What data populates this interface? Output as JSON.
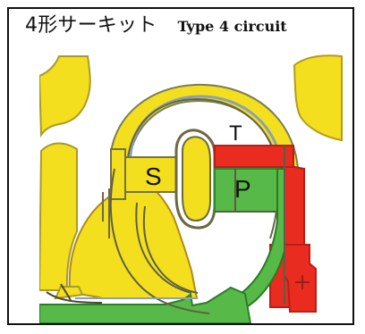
{
  "header": {
    "title_jp": "4形サーキット",
    "title_en": "Type 4 circuit"
  },
  "diagram": {
    "labels": {
      "stator": "S",
      "pump": "P",
      "turbine": "T"
    }
  }
}
